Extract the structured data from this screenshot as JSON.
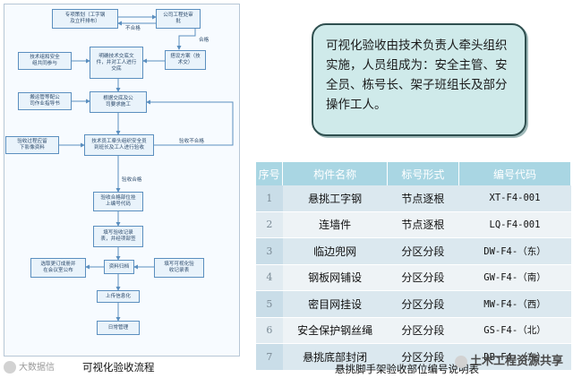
{
  "flowchart": {
    "boxes": [
      {
        "id": "b1",
        "text": "专项策划（工字钢\n及立杆排布）"
      },
      {
        "id": "b2",
        "text": "公司工程处审\n批"
      },
      {
        "id": "b3",
        "text": "明确技术交底文\n件，并对工人进行\n交底"
      },
      {
        "id": "b4",
        "text": "搭设方案（技\n术交）"
      },
      {
        "id": "b5",
        "text": "技术组和安全\n组共同参与"
      },
      {
        "id": "b6",
        "text": "根据交底及公\n司要求施工"
      },
      {
        "id": "b7",
        "text": "搬运管等配公\n司作业指导书"
      },
      {
        "id": "b8",
        "text": "验收过程应留\n下影像资料"
      },
      {
        "id": "b9",
        "text": "技术员工牵头组织安全员\n到班长及工人进行验收"
      },
      {
        "id": "b10",
        "text": "验收合格部位挂\n上编号代码"
      },
      {
        "id": "b11",
        "text": "填写验收记录\n表，并经项部签"
      },
      {
        "id": "b12",
        "text": "资料归档"
      },
      {
        "id": "b13",
        "text": "选取更订成册并\n在会议室公布"
      },
      {
        "id": "b14",
        "text": "填写可视化验\n收记录表"
      },
      {
        "id": "b15",
        "text": "上传信息化"
      },
      {
        "id": "b16",
        "text": "日常管理"
      }
    ],
    "labels": {
      "fail_top": "不合格",
      "pass_top": "合格",
      "fail_mid": "验收不合格",
      "pass_mid": "验收合格"
    }
  },
  "info_box": {
    "text": "可视化验收由技术负责人牵头组织实施，人员组成为：安全主管、安全员、栋号长、架子班组长及部分操作工人。"
  },
  "table": {
    "headers": [
      "序号",
      "构件名称",
      "标号形式",
      "编号代码"
    ],
    "rows": [
      {
        "no": "1",
        "name": "悬挑工字钢",
        "form": "节点逐根",
        "code": "XT-F4-001"
      },
      {
        "no": "2",
        "name": "连墙件",
        "form": "节点逐根",
        "code": "LQ-F4-001"
      },
      {
        "no": "3",
        "name": "临边兜网",
        "form": "分区分段",
        "code": "DW-F4-（东）"
      },
      {
        "no": "4",
        "name": "钢板网铺设",
        "form": "分区分段",
        "code": "GW-F4-（南）"
      },
      {
        "no": "5",
        "name": "密目网挂设",
        "form": "分区分段",
        "code": "MW-F4-（西）"
      },
      {
        "no": "6",
        "name": "安全保护钢丝绳",
        "form": "分区分段",
        "code": "GS-F4-（北）"
      },
      {
        "no": "7",
        "name": "悬挑底部封闭",
        "form": "分区分段",
        "code": "DB-F4-（东）"
      }
    ]
  },
  "captions": {
    "left": "可视化验收流程",
    "right": "悬挑脚手架验收部位编号说明表"
  },
  "watermarks": {
    "left": "大数据信",
    "right": "土木工程资源共享"
  }
}
